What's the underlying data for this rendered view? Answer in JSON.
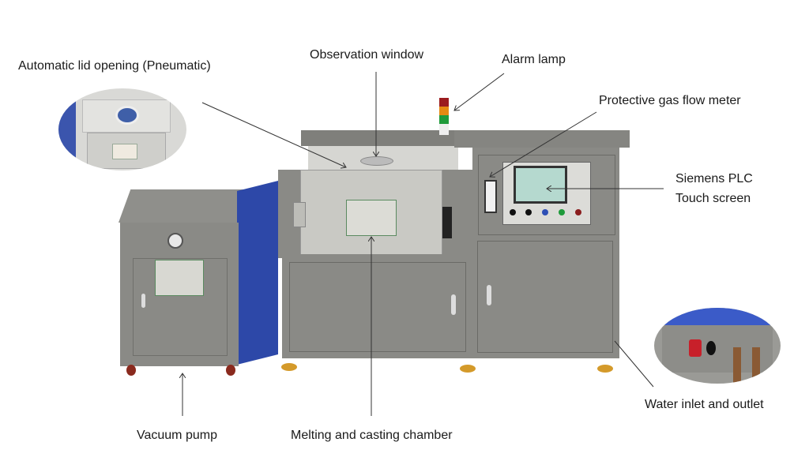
{
  "diagram": {
    "type": "annotated-equipment-photo",
    "subject": "Vacuum melting and casting machine"
  },
  "labels": {
    "lid": "Automatic lid opening (Pneumatic)",
    "window": "Observation window",
    "alarm": "Alarm lamp",
    "gas": "Protective gas flow meter",
    "plc_line1": "Siemens PLC",
    "plc_line2": "Touch screen",
    "water": "Water inlet and outlet",
    "pump": "Vacuum pump",
    "chamber": "Melting and casting chamber"
  },
  "alarm_lamp": {
    "colors": [
      "#9b1b1e",
      "#e58a12",
      "#1f9a3a"
    ]
  },
  "control_panel": {
    "buttons": [
      "knob",
      "knob",
      "#2e4fb5",
      "#1e9a3a",
      "#8a1d1d"
    ]
  },
  "colors": {
    "body_grey": "#8a8a86",
    "panel_light": "#c9c9c4",
    "side_blue": "#2d48a8",
    "text": "#1a1a1a",
    "line": "#333333"
  }
}
